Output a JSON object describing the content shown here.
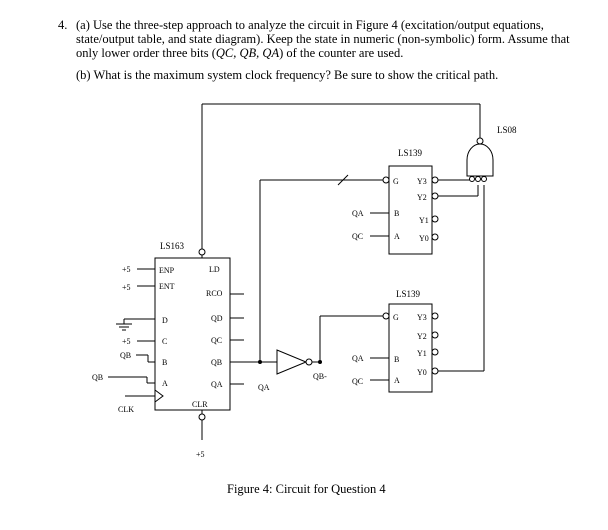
{
  "question": {
    "number": "4.",
    "part_a_prefix": "(a) Use the three-step approach to analyze the circuit in Figure 4 (excitation/output equations, state/output table, and state diagram). Keep the state in numeric (non-symbolic) form. Assume that only lower order three bits (",
    "part_a_vars": "QC, QB, QA",
    "part_a_suffix": ") of the counter are used.",
    "part_b": "(b) What is the maximum system clock frequency? Be sure to show the critical path."
  },
  "figure": {
    "caption": "Figure 4: Circuit for Question 4",
    "counter": {
      "name": "LS163",
      "left_pins": [
        "ENP",
        "ENT",
        "D",
        "C",
        "B",
        "A"
      ],
      "right_pins": [
        "RCO",
        "QD",
        "QC",
        "QB",
        "QA"
      ],
      "top_pin": "LD",
      "bottom_pin": "CLR",
      "clk": "CLK"
    },
    "inputs": {
      "enp": "+5",
      "ent": "+5",
      "c": "+5",
      "b": "QB",
      "a": "QB",
      "clr": "+5"
    },
    "decoder_top": {
      "name": "LS139",
      "g": "G",
      "b": "B",
      "a": "A",
      "outputs": [
        "Y3",
        "Y2",
        "Y1",
        "Y0"
      ],
      "in_b": "QA",
      "in_a": "QC"
    },
    "decoder_bottom": {
      "name": "LS139",
      "g": "G",
      "b": "B",
      "a": "A",
      "outputs": [
        "Y3",
        "Y2",
        "Y1",
        "Y0"
      ],
      "in_b": "QA",
      "in_a": "QC"
    },
    "nand": {
      "name": "LS08"
    },
    "wire_labels": {
      "qa_out": "QA",
      "qb_bar": "QB-"
    }
  }
}
